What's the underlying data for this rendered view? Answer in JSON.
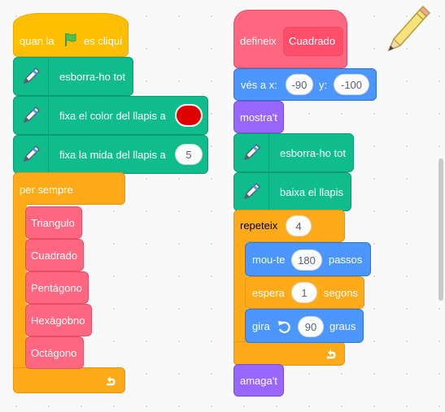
{
  "script_left": {
    "hat_label": "quan la",
    "hat_label_after": "es cliqui",
    "clear": "esborra-ho tot",
    "set_color": "fixa el color del llapis a",
    "set_color_value": "#e00000",
    "set_size": "fixa la mida del llapis a",
    "set_size_value": "5",
    "forever": "per sempre",
    "calls": [
      "Triangulo",
      "Cuadrado",
      "Pentágono",
      "Hexàgobno",
      "Octágono"
    ]
  },
  "script_right": {
    "define": "defineix",
    "define_name": "Cuadrado",
    "goto_label": "vés a x:",
    "goto_x": "-90",
    "goto_y_label": "y:",
    "goto_y": "-100",
    "show": "mostra't",
    "clear": "esborra-ho tot",
    "pen_down": "baixa el llapis",
    "repeat": "repeteix",
    "repeat_value": "4",
    "move": "mou-te",
    "move_value": "180",
    "move_unit": "passos",
    "wait": "espera",
    "wait_value": "1",
    "wait_unit": "segons",
    "turn": "gira",
    "turn_value": "90",
    "turn_unit": "graus",
    "hide": "amaga't"
  },
  "colors": {
    "events": "#ffbf00",
    "pen": "#0fbd8c",
    "control": "#ffab19",
    "motion": "#4c97ff",
    "looks": "#9966ff",
    "my_blocks": "#ff6680"
  }
}
